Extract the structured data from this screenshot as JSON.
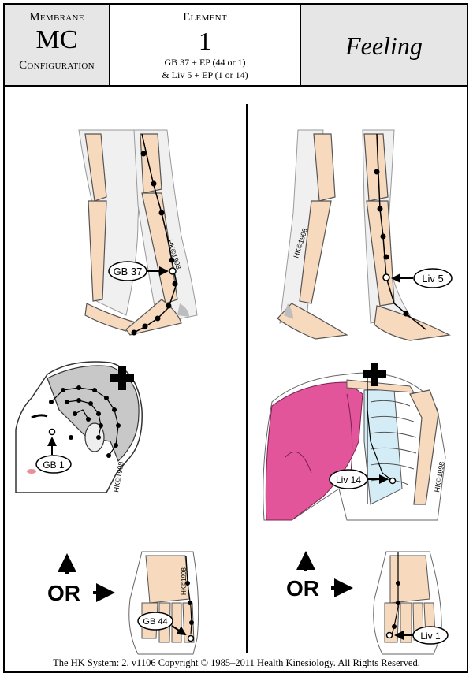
{
  "header": {
    "left_top": "Membrane",
    "left_code": "MC",
    "left_bottom": "Configuration",
    "mid_top": "Element",
    "mid_number": "1",
    "mid_line1": "GB 37 + EP (44 or 1)",
    "mid_line2": "& Liv 5 + EP (1 or 14)",
    "right_title": "Feeling"
  },
  "labels": {
    "gb37": "GB 37",
    "liv5": "Liv 5",
    "gb1": "GB 1",
    "liv14": "Liv 14",
    "gb44": "GB 44",
    "liv1": "Liv 1",
    "or_left": "OR",
    "or_right": "OR",
    "copyright_mark": "HK©1998"
  },
  "footer": {
    "text": "The HK System: 2. v1106 Copyright © 1985–2011 Health Kinesiology. All Rights Reserved."
  },
  "colors": {
    "header_bg": "#e6e6e6",
    "bone": "#f7d9bd",
    "skin_gray": "#c8c8c8",
    "muscle": "#e2559a",
    "rib_blue": "#d4ecf6"
  }
}
